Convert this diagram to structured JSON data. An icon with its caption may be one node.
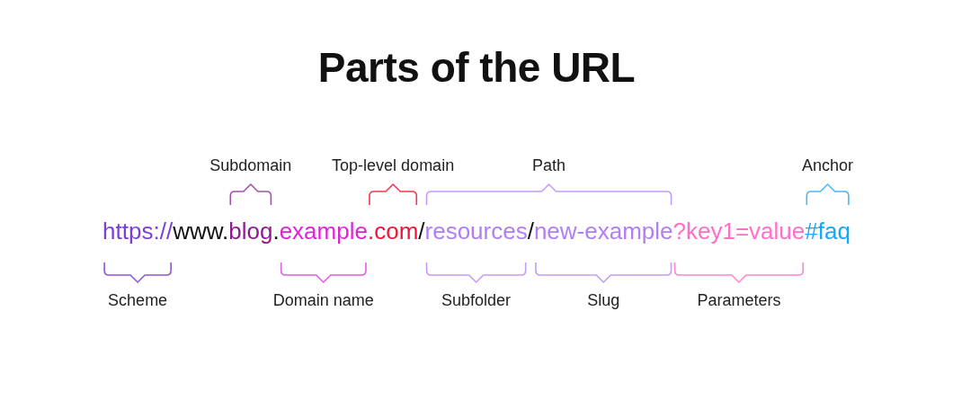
{
  "diagram": {
    "title": "Parts of the URL",
    "labels": [
      "Subdomain",
      "Top-level domain",
      "Path",
      "Anchor",
      "https://",
      "www.",
      "blog",
      ".",
      "example",
      ".com",
      "/",
      "resources",
      "/",
      "new-example",
      "?key1=value",
      "#faq",
      "Scheme",
      "Domain name",
      "Subfolder",
      "Slug",
      "Parameters"
    ]
  }
}
